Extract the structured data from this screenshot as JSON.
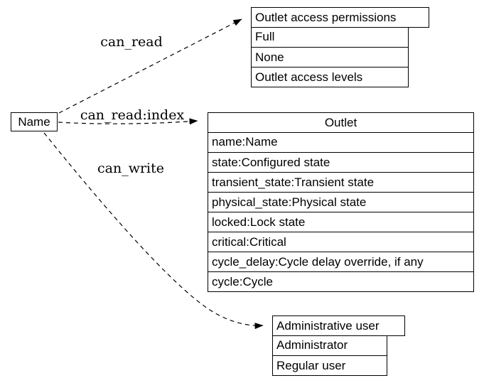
{
  "diagram": {
    "background_color": "#ffffff",
    "line_color": "#000000",
    "source_node": {
      "label": "Name"
    },
    "edges": [
      {
        "label": "can_read",
        "from": "Name",
        "to": "Outlet access permissions"
      },
      {
        "label": "can_read:index",
        "from": "Name",
        "to": "Outlet"
      },
      {
        "label": "can_write",
        "from": "Name",
        "to": "Administrative user"
      }
    ],
    "tables": [
      {
        "title": "Outlet access permissions",
        "rows": [
          "Full",
          "None",
          "Outlet access levels"
        ]
      },
      {
        "title": "Outlet",
        "rows": [
          "name:Name",
          "state:Configured state",
          "transient_state:Transient state",
          "physical_state:Physical state",
          "locked:Lock state",
          "critical:Critical",
          "cycle_delay:Cycle delay override, if any",
          "cycle:Cycle"
        ]
      },
      {
        "title": "Administrative user",
        "rows": [
          "Administrator",
          "Regular user"
        ]
      }
    ]
  }
}
